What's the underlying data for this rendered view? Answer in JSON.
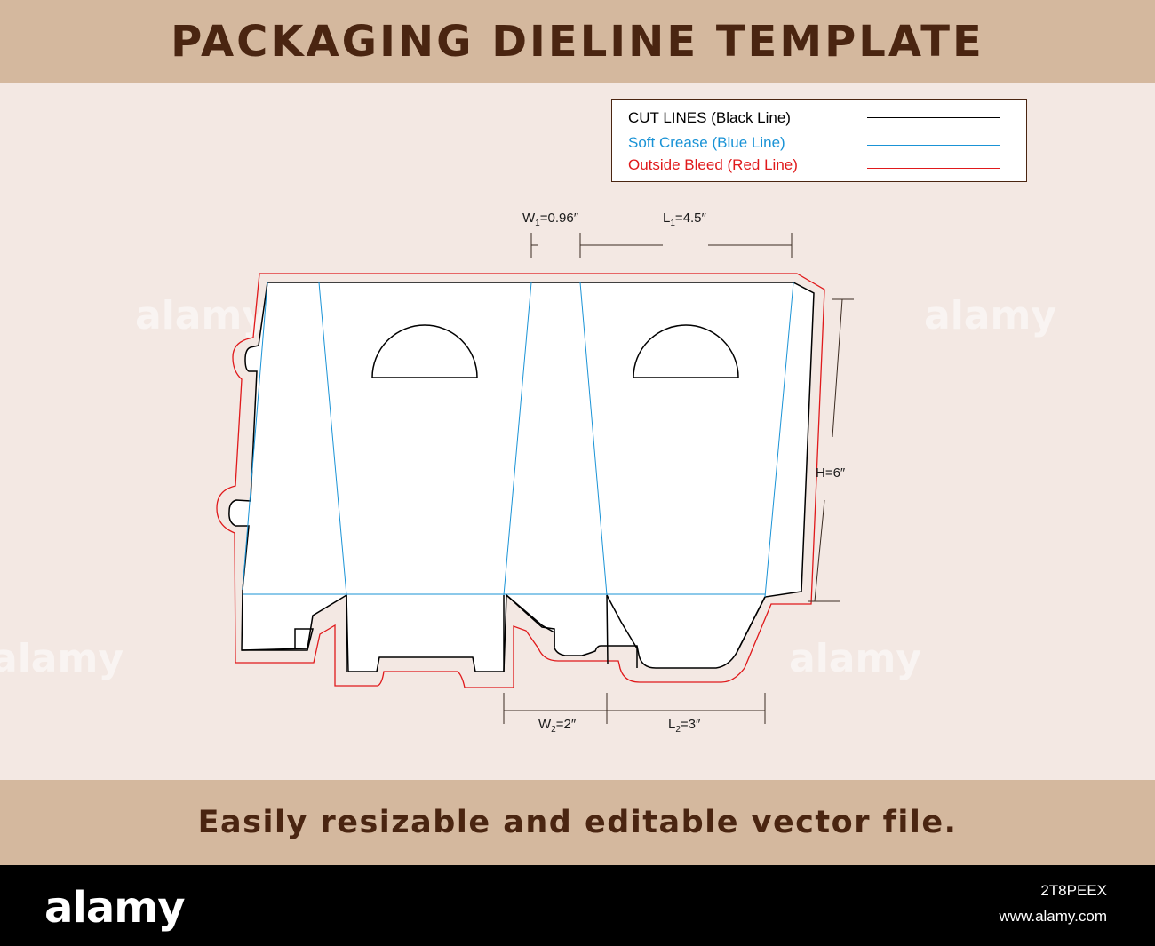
{
  "header": {
    "title": "PACKAGING DIELINE TEMPLATE"
  },
  "legend": {
    "items": [
      {
        "label": "CUT LINES (Black Line)",
        "color": "#000000"
      },
      {
        "label": "Soft Crease (Blue Line)",
        "color": "#1a93d6"
      },
      {
        "label": "Outside Bleed (Red Line)",
        "color": "#e0191b"
      }
    ]
  },
  "dimensions": {
    "w1": {
      "var": "W",
      "sub": "1",
      "value": "=0.96″"
    },
    "l1": {
      "var": "L",
      "sub": "1",
      "value": "=4.5″"
    },
    "h": {
      "label": "H=6″"
    },
    "w2": {
      "var": "W",
      "sub": "2",
      "value": "=2″"
    },
    "l2": {
      "var": "L",
      "sub": "2",
      "value": "=3″"
    }
  },
  "footer": {
    "tagline": "Easily resizable and editable vector file."
  },
  "watermark": {
    "text": "alamy",
    "logo": "alamy",
    "image_id": "2T8PEEX",
    "site": "www.alamy.com"
  },
  "colors": {
    "band": "#d4b89e",
    "background": "#f3e8e3",
    "title_text": "#4a2511",
    "cut": "#000000",
    "crease": "#1a93d6",
    "bleed": "#e0191b"
  }
}
